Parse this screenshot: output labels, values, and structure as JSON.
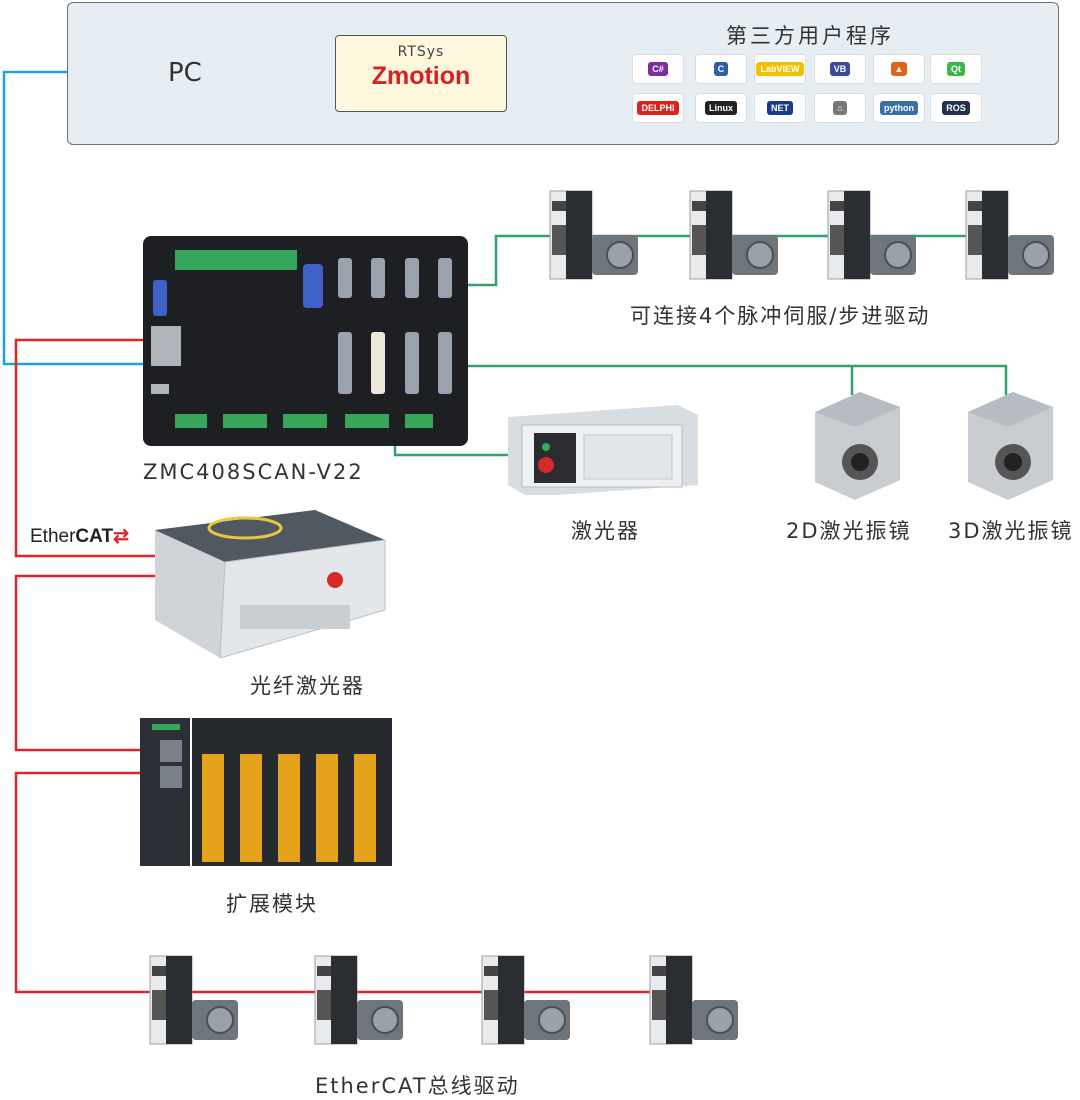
{
  "pc": {
    "label": "PC",
    "software": {
      "vendor": "RTSys",
      "name": "Zmotion"
    },
    "third_party": {
      "title": "第三方用户程序",
      "logos": [
        {
          "name": "csharp-icon",
          "text": "C#",
          "color": "#7b2ea0"
        },
        {
          "name": "cplusplus-icon",
          "text": "C",
          "color": "#2f5fa8"
        },
        {
          "name": "labview-icon",
          "text": "LabVIEW",
          "color": "#f2c200"
        },
        {
          "name": "vb-icon",
          "text": "VB",
          "color": "#3b4a9a"
        },
        {
          "name": "matlab-icon",
          "text": "▲",
          "color": "#e0631c"
        },
        {
          "name": "qt-icon",
          "text": "Qt",
          "color": "#41b54a"
        },
        {
          "name": "delphi-icon",
          "text": "DELPHI",
          "color": "#d7251d"
        },
        {
          "name": "linux-icon",
          "text": "Linux",
          "color": "#222222"
        },
        {
          "name": "dotnet-icon",
          "text": "NET",
          "color": "#1a3a8a"
        },
        {
          "name": "unity-icon",
          "text": "⌂",
          "color": "#777777"
        },
        {
          "name": "python-icon",
          "text": "python",
          "color": "#3a6ea5"
        },
        {
          "name": "ros-icon",
          "text": "ROS",
          "color": "#22314e"
        }
      ]
    }
  },
  "labels": {
    "controller": "ZMC408SCAN-V22",
    "pulse_drives": "可连接4个脉冲伺服/步进驱动",
    "laser": "激光器",
    "galvo_2d": "2D激光振镜",
    "galvo_3d": "3D激光振镜",
    "ethercat_brand_a": "Ether",
    "ethercat_brand_b": "CAT",
    "fiber_laser": "光纤激光器",
    "expansion": "扩展模块",
    "ethercat_drives": "EtherCAT总线驱动"
  },
  "colors": {
    "ethernet": "#1aa3e0",
    "ethercat": "#e0262b",
    "pulse": "#2fa36b",
    "frame": "#6b7178"
  }
}
